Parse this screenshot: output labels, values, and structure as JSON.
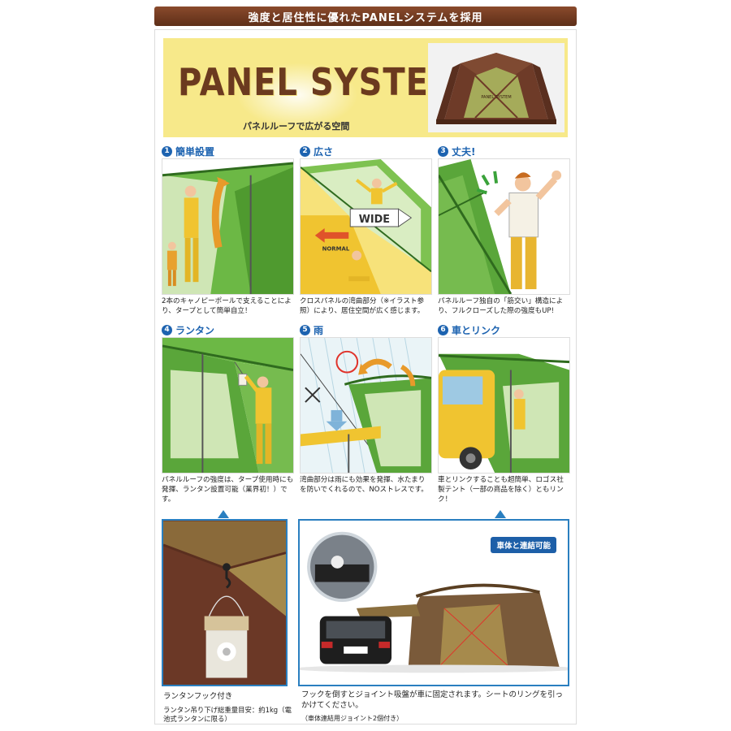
{
  "header": {
    "title": "強度と居住性に優れたPANELシステムを採用"
  },
  "banner": {
    "title": "PANEL SYSTEM",
    "subtitle": "パネルルーフで広がる空間",
    "tent_label": "PANEL SYSTEM"
  },
  "features": [
    {
      "num": "1",
      "title": "簡単設置",
      "desc": "2本のキャノピーポールで支えることにより、タープとして簡単自立！"
    },
    {
      "num": "2",
      "title": "広さ",
      "desc": "クロスパネルの湾曲部分（※イラスト参照）により、居住空間が広く感じます。",
      "wide_label": "WIDE",
      "normal_label": "NORMAL"
    },
    {
      "num": "3",
      "title": "丈夫!",
      "desc": "パネルルーフ独自の「筋交い」構造により、フルクローズした際の強度もUP!"
    },
    {
      "num": "4",
      "title": "ランタン",
      "desc": "パネルルーフの強度は、タープ使用時にも発揮、ランタン設置可能（業界初！）です。"
    },
    {
      "num": "5",
      "title": "雨",
      "desc": "湾曲部分は雨にも効果を発揮、水たまりを防いでくれるので、NOストレスです。"
    },
    {
      "num": "6",
      "title": "車とリンク",
      "desc": "車とリンクすることも超簡単、ロゴス社製テント（一部の商品を除く）ともリンク！"
    }
  ],
  "lantern": {
    "caption": "ランタンフック付き",
    "note": "ランタン吊り下げ総重量目安：約1kg（電池式ランタンに限る）"
  },
  "car_link": {
    "badge": "車体と連結可能",
    "desc": "フックを倒すとジョイント吸盤が車に固定されます。シートのリングを引っかけてください。",
    "note": "（車体連結用ジョイント2個付き）"
  },
  "colors": {
    "header_brown": "#6b3a1f",
    "accent_blue": "#1d63b0",
    "banner_yellow": "#f7e98a",
    "tent_green": "#5aa63a",
    "tent_brown": "#6b3826"
  }
}
